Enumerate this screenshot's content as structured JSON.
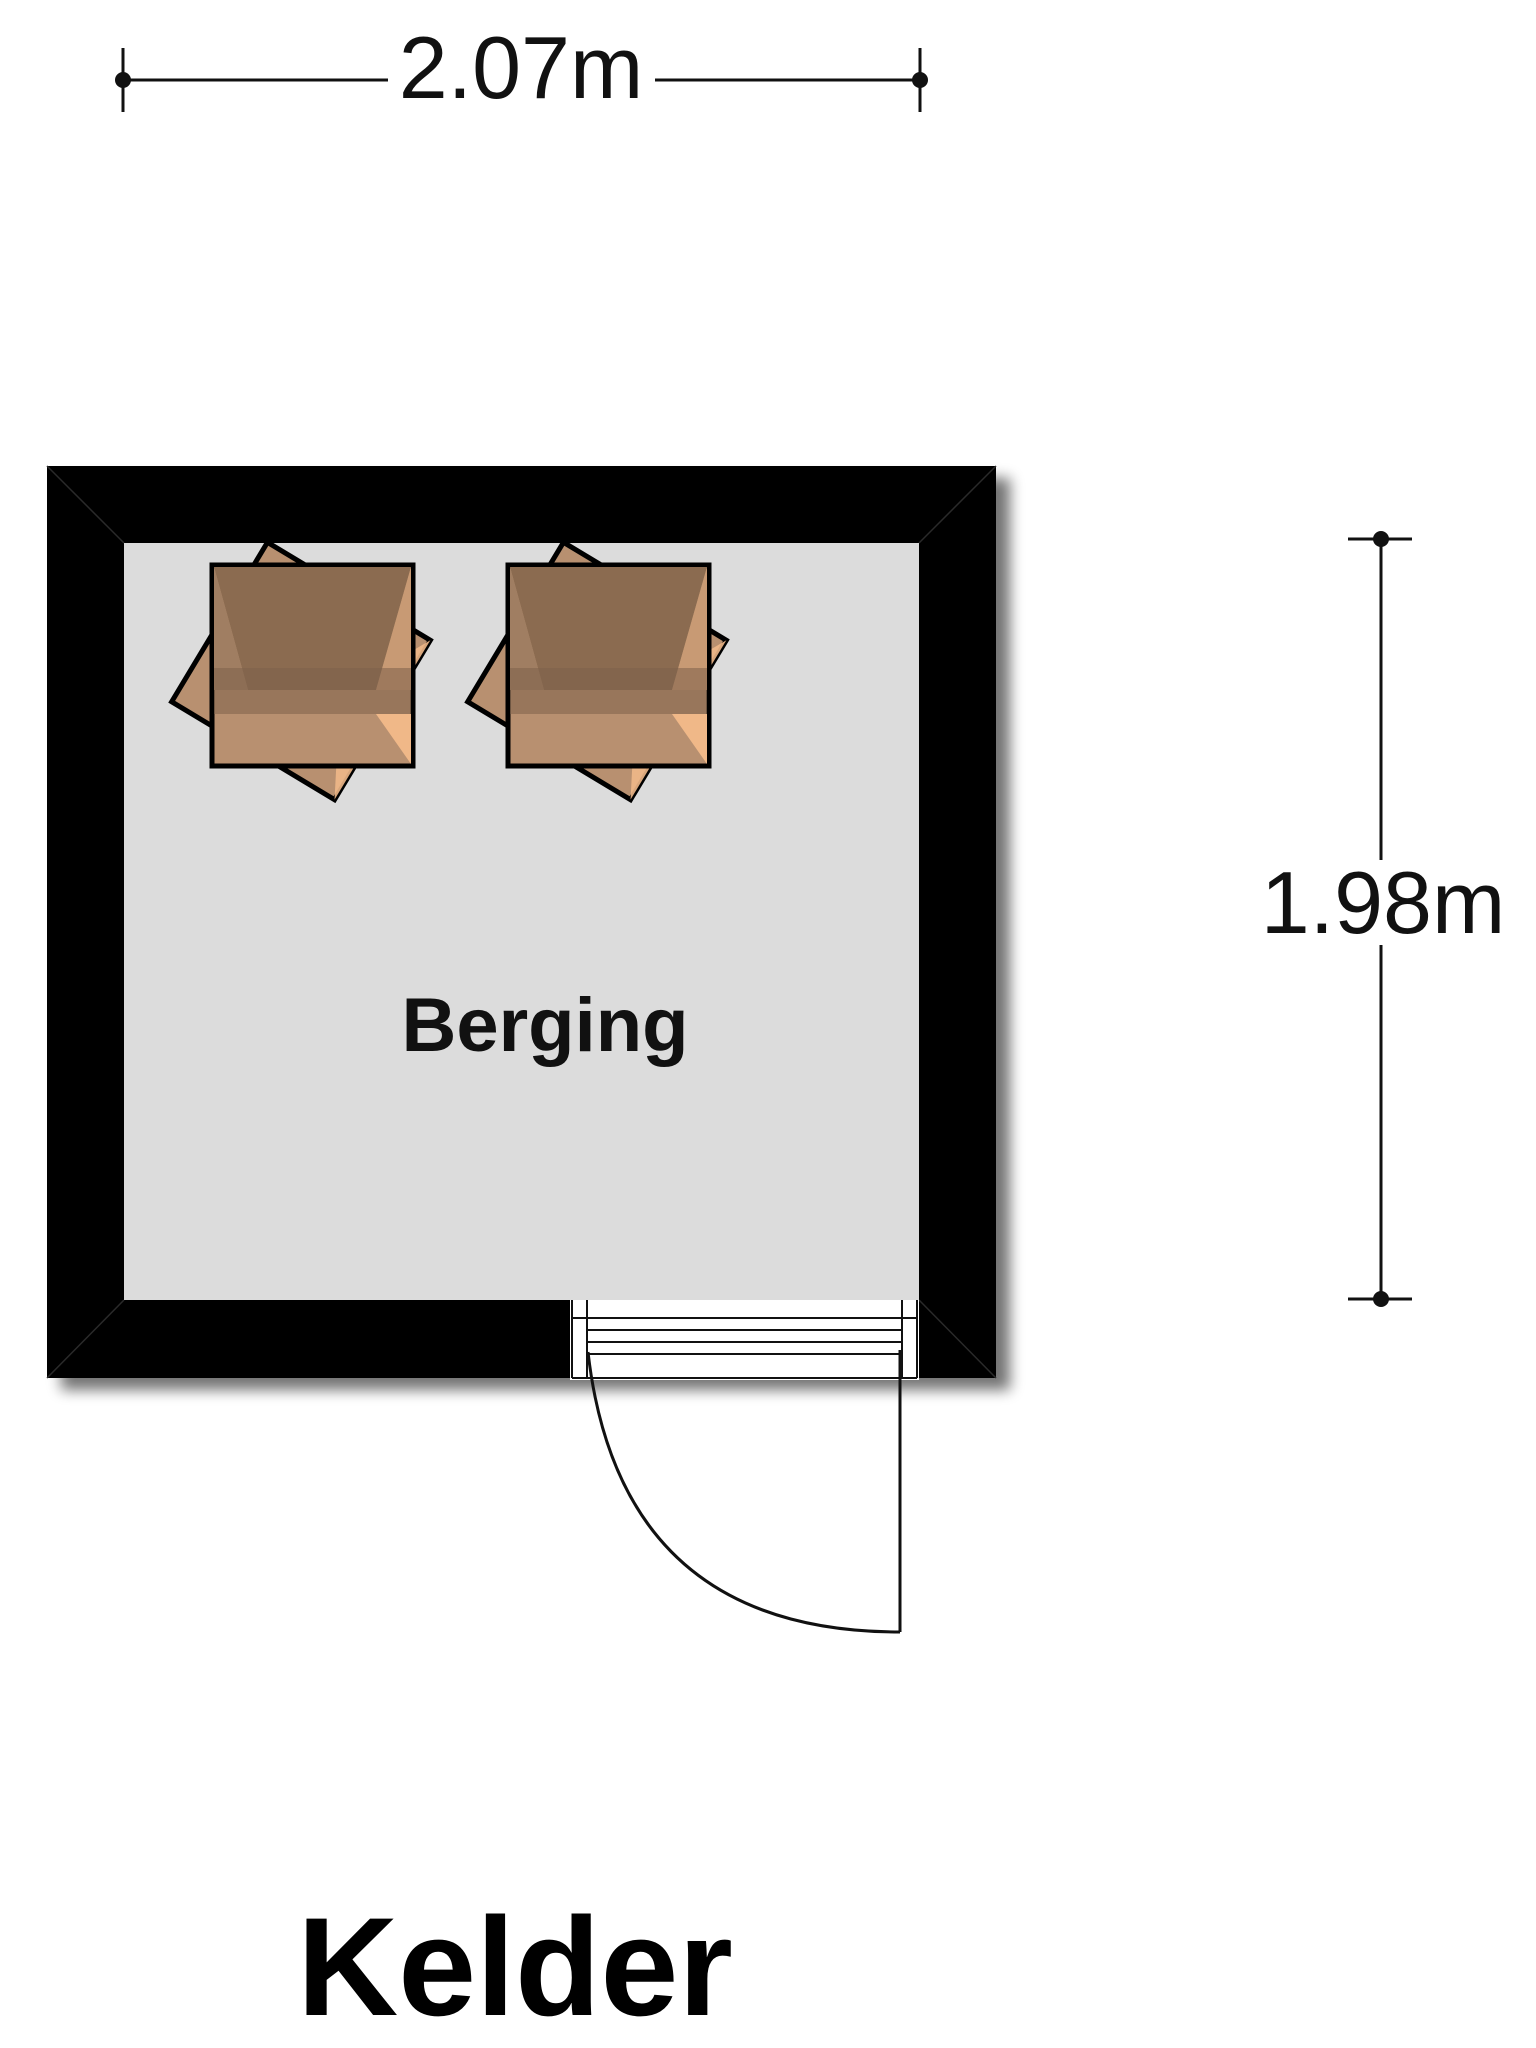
{
  "dimensions": {
    "width_label": "2.07m",
    "height_label": "1.98m"
  },
  "room": {
    "name": "Berging"
  },
  "floor": {
    "name": "Kelder"
  },
  "colors": {
    "wall": "#000000",
    "floor": "#dcdcdc",
    "box_dark": "#8b6b50",
    "box_mid": "#b89070",
    "box_light": "#f0b888"
  },
  "icons": {
    "boxes": "cardboard-box-icon",
    "door": "swing-door-icon"
  }
}
